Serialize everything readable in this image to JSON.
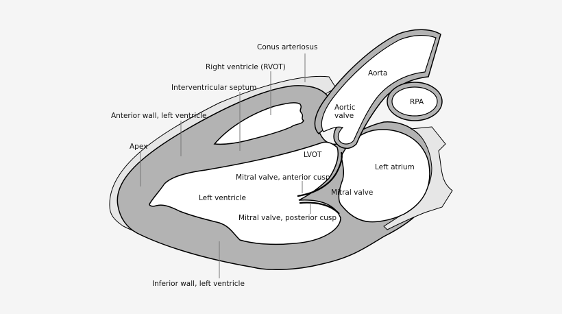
{
  "labels": {
    "conus_arteriosus": "Conus arteriosus",
    "right_ventricle": "Right ventricle (RVOT)",
    "interventricular_septum": "Interventricular septum",
    "anterior_wall": "Anterior wall, left ventricle",
    "apex": "Apex",
    "aorta": "Aorta",
    "rpa": "RPA",
    "aortic_valve_line1": "Aortic",
    "aortic_valve_line2": "valve",
    "lvot": "LVOT",
    "left_atrium": "Left atrium",
    "mitral_anterior": "Mitral valve, anterior cusp",
    "mitral_valve": "Mitral valve",
    "left_ventricle": "Left ventricle",
    "mitral_posterior": "Mitral valve, posterior cusp",
    "inferior_wall": "Inferior wall, left ventricle"
  },
  "colors": {
    "background": "#f5f5f5",
    "muscle": "#b3b3b3",
    "outer_tissue": "#e6e6e6",
    "chamber": "#ffffff",
    "outline": "#000000"
  }
}
